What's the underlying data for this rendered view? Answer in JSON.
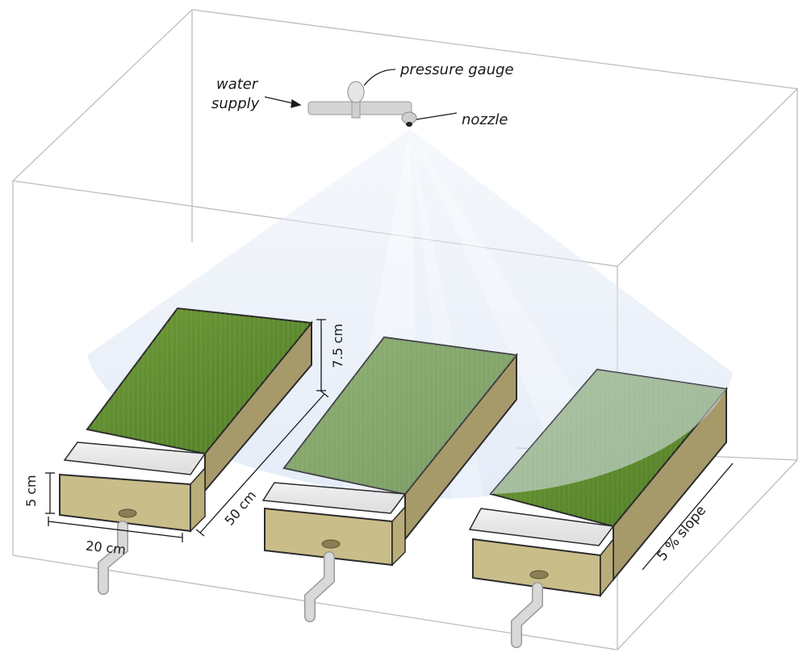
{
  "labels": {
    "water_supply_line1": "water",
    "water_supply_line2": "supply",
    "pressure_gauge": "pressure gauge",
    "nozzle": "nozzle",
    "height_grass": "7.5 cm",
    "height_tray": "5 cm",
    "length": "50 cm",
    "width": "20 cm",
    "slope": "5 % slope"
  },
  "colors": {
    "frame": "#bdbdbd",
    "spray": "#dbe6f6",
    "grass": "#5f8a2e",
    "soil": "#a69a6b",
    "tray": "#c9bd8a",
    "outline": "#2b2b2b",
    "pipe": "#d2d2d2"
  }
}
